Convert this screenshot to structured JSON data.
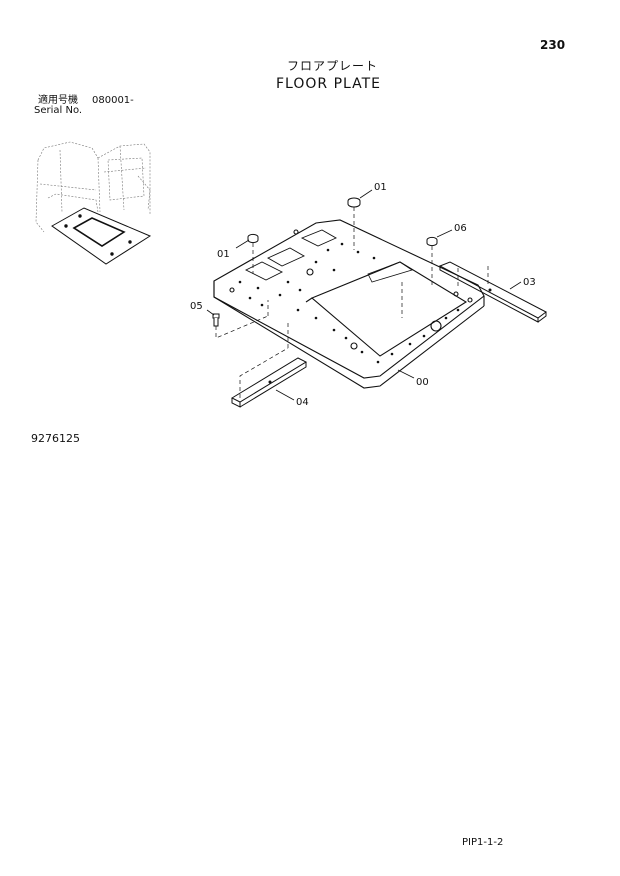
{
  "page": {
    "number": "230",
    "title_jp": "フロアプレート",
    "title_en": "FLOOR PLATE",
    "serial_label_jp": "適用号機",
    "serial_value": "080001-",
    "serial_label_en": "Serial No.",
    "drawing_number": "9276125",
    "page_code": "PIP1-1-2"
  },
  "callouts": [
    "00",
    "01",
    "01",
    "03",
    "04",
    "05",
    "06"
  ]
}
